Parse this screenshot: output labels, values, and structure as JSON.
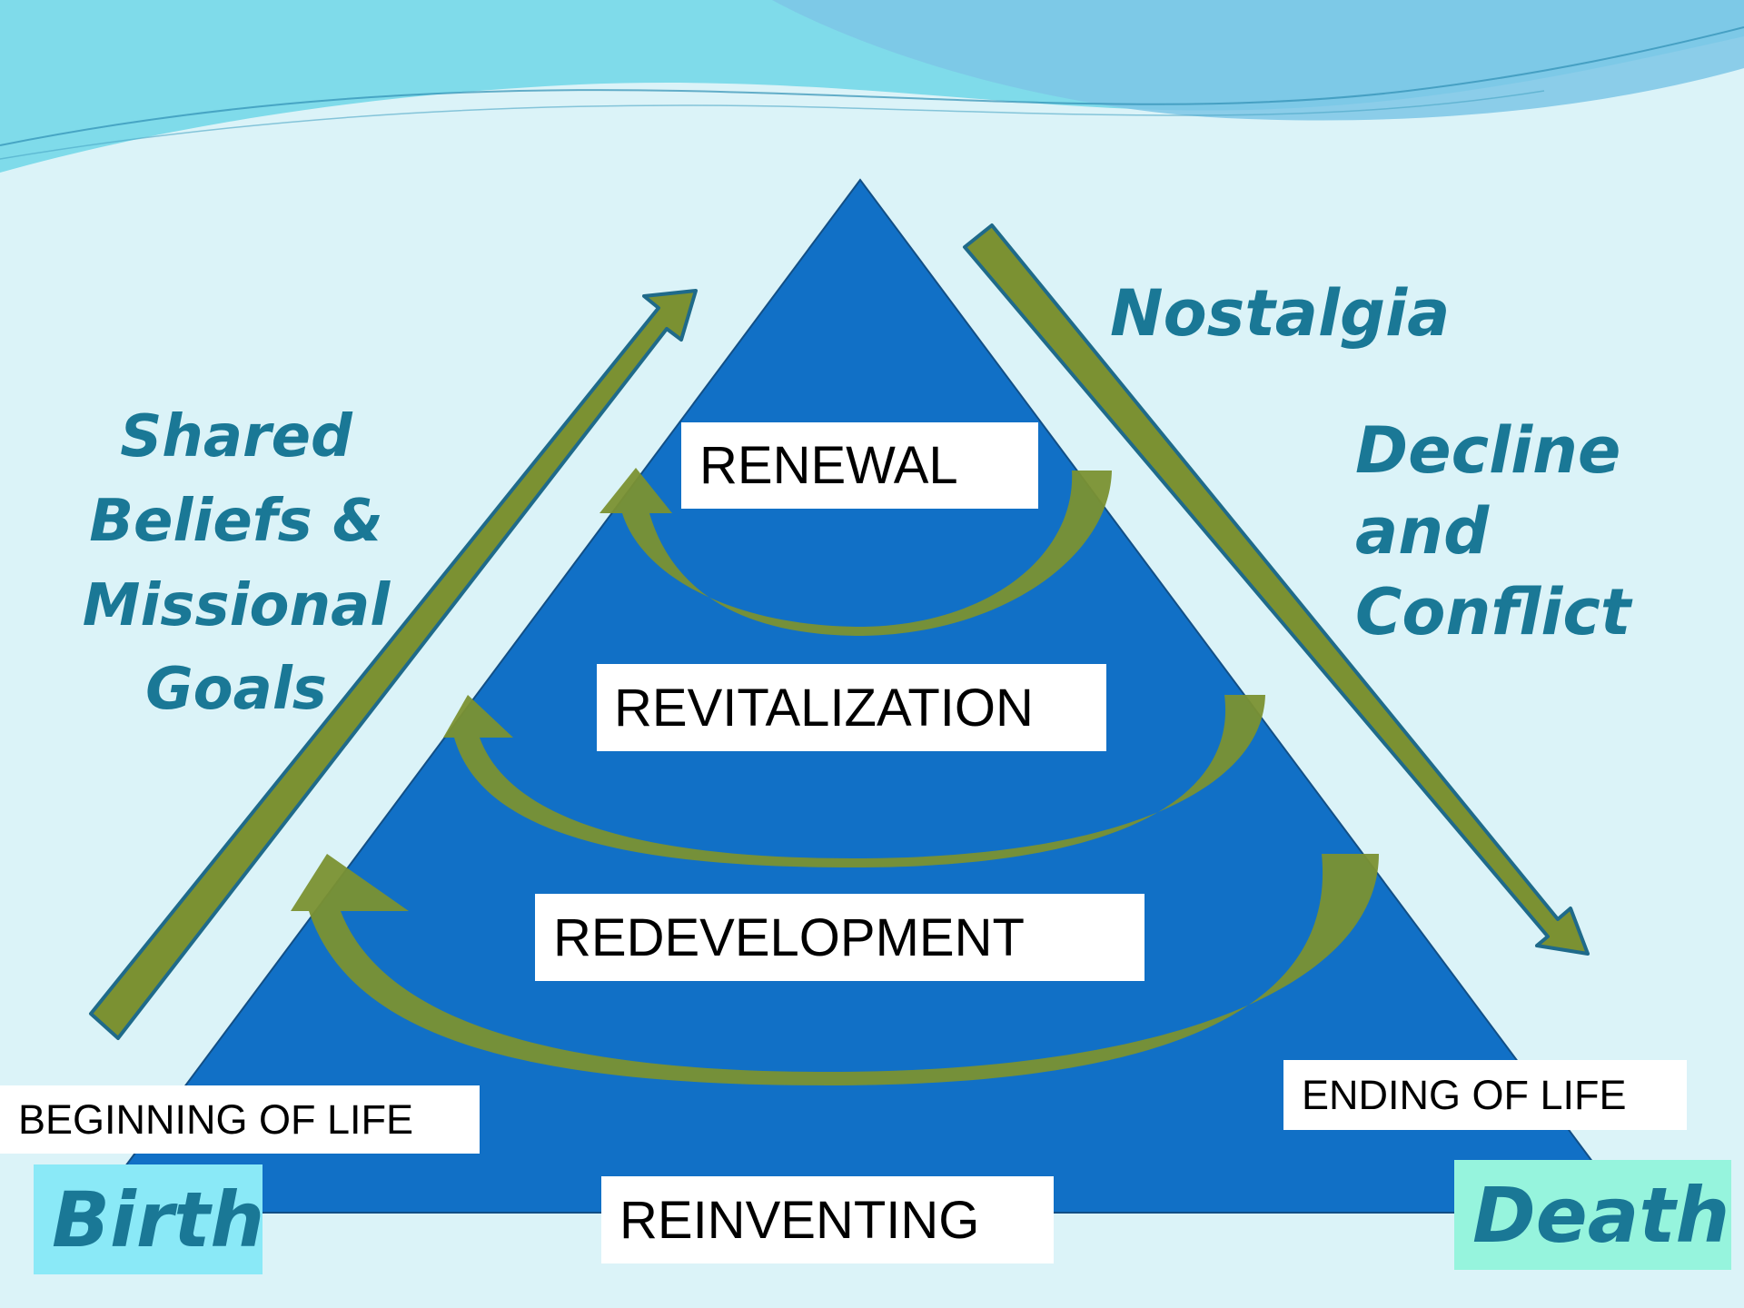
{
  "colors": {
    "background": "#dbf3f8",
    "triangle": "#1170c6",
    "arrow_fill": "#7b9132",
    "arrow_stroke": "#1f6a8a",
    "label_text": "#1a7896",
    "birth_bg": "#8ae9f7",
    "death_bg": "#96f4dd"
  },
  "icons": {
    "up_arrow": "up-right-arrow-icon",
    "down_arrow": "down-right-arrow-icon",
    "curved_arrow": "curved-arrow-icon"
  },
  "pyramid": {
    "renewal": "RENEWAL",
    "revitalization": "REVITALIZATION",
    "redevelopment": "REDEVELOPMENT",
    "reinventing": "REINVENTING"
  },
  "left_label": {
    "line1": "Shared",
    "line2": "Beliefs &",
    "line3": "Missional",
    "line4": "Goals"
  },
  "right_top_label": "Nostalgia",
  "right_label": {
    "line1": "Decline",
    "line2": "and",
    "line3": "Conflict"
  },
  "beginning": "BEGINNING OF LIFE",
  "ending": "ENDING OF LIFE",
  "birth": "Birth",
  "death": "Death"
}
